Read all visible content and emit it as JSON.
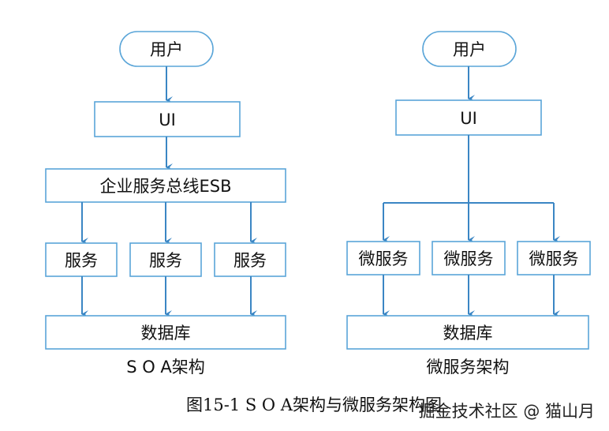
{
  "soa": {
    "user": "用户",
    "ui": "UI",
    "esb": "企业服务总线ESB",
    "services": [
      "服务",
      "服务",
      "服务"
    ],
    "database": "数据库",
    "caption": "S O A架构"
  },
  "microservice": {
    "user": "用户",
    "ui": "UI",
    "services": [
      "微服务",
      "微服务",
      "微服务"
    ],
    "database": "数据库",
    "caption": "微服务架构"
  },
  "figure_caption": "图15-1 S O A架构与微服务架构图",
  "watermark": "掘金技术社区 @ 猫山月",
  "colors": {
    "box_border": "#5aa5d8",
    "arrow": "#3b86c4"
  }
}
